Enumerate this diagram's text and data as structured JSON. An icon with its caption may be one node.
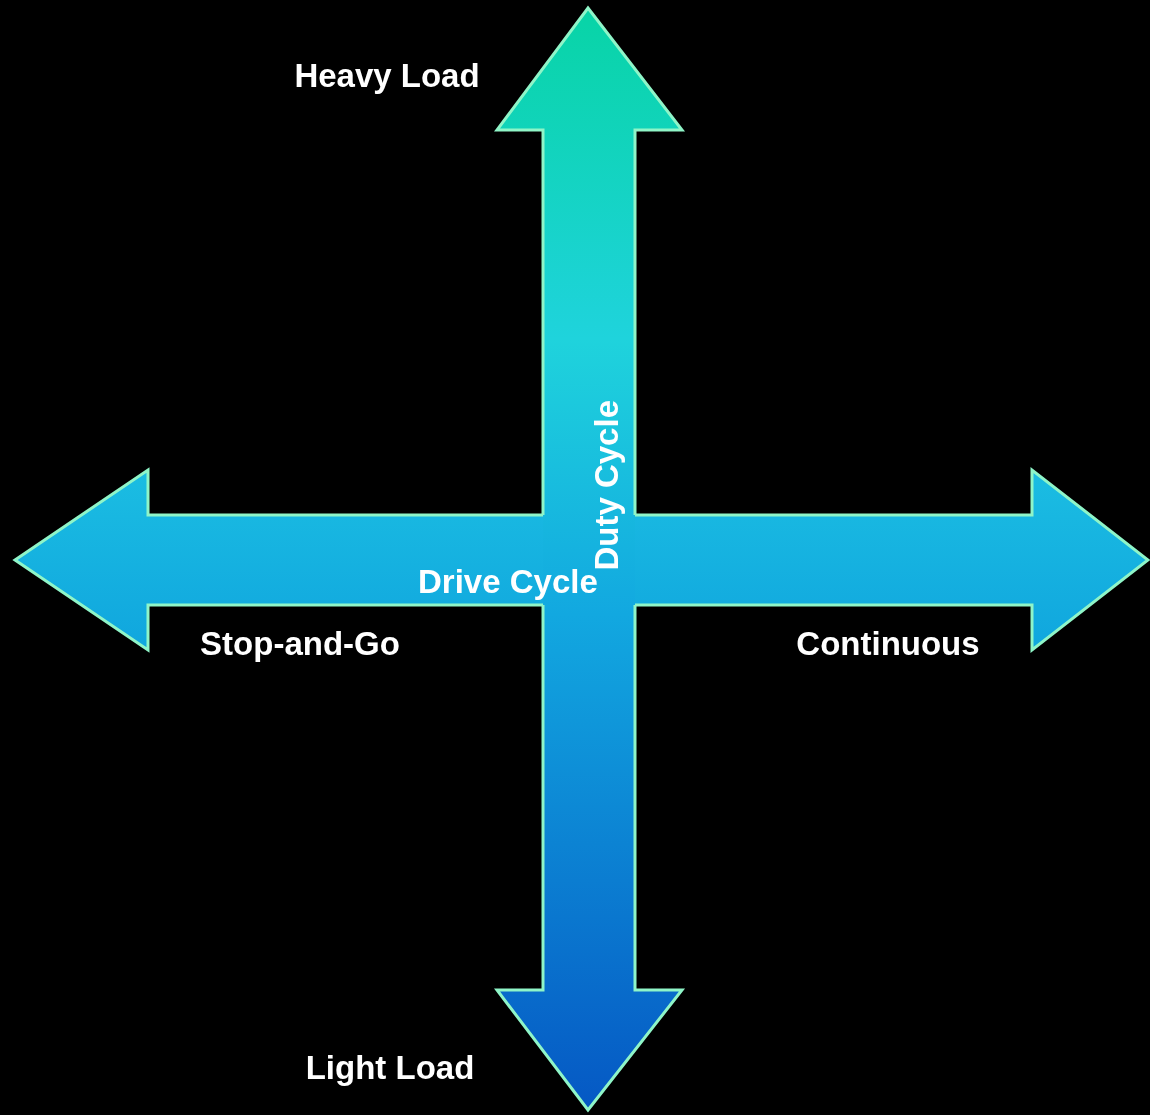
{
  "diagram": {
    "nodes": [
      {
        "text": [
          "Duty Cycle"
        ]
      },
      {
        "text": [
          "Drive Cycle"
        ]
      }
    ],
    "labels": [
      "Heavy Load",
      "Stop-and-Go",
      "Continuous",
      "Light Load"
    ]
  }
}
